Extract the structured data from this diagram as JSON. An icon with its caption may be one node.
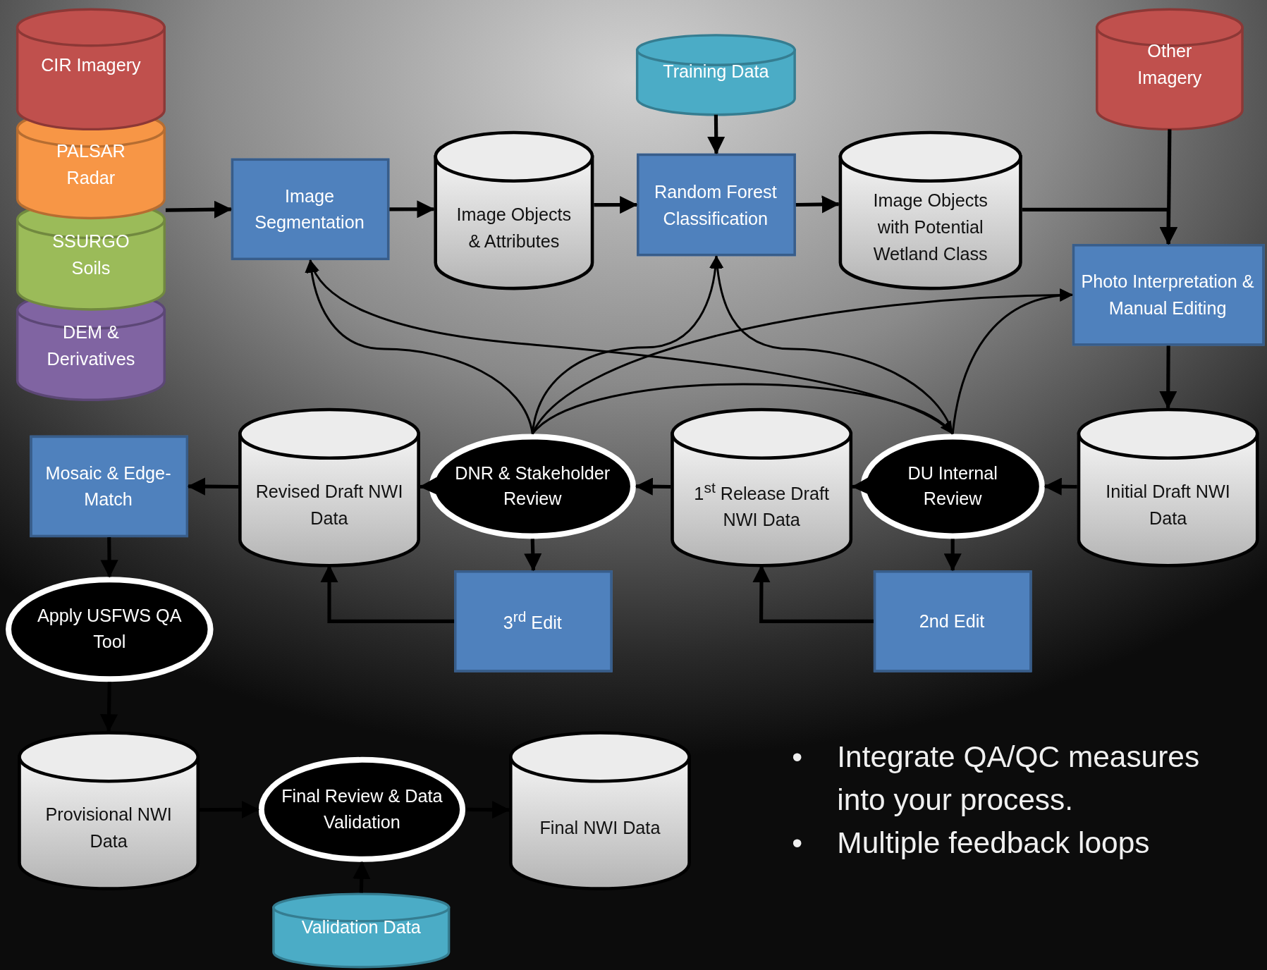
{
  "diagram": {
    "nodes": [
      {
        "text": [
          "CIR Imagery"
        ]
      },
      {
        "text": [
          "PALSAR Radar"
        ]
      },
      {
        "text": [
          "SSURGO Soils"
        ]
      },
      {
        "text": [
          "DEM & Derivatives"
        ]
      },
      {
        "text": [
          "Image Segmentation"
        ]
      },
      {
        "text": [
          "Image Objects & Attributes"
        ]
      },
      {
        "text": [
          "Training Data"
        ]
      },
      {
        "text": [
          "Random Forest Classification"
        ]
      },
      {
        "text": [
          "Image Objects with Potential Wetland Class"
        ]
      },
      {
        "text": [
          "Other Imagery"
        ]
      },
      {
        "text": [
          "Photo Interpretation & Manual Editing"
        ]
      },
      {
        "text": [
          "Initial Draft NWI Data"
        ]
      },
      {
        "text": [
          "DU Internal Review"
        ]
      },
      {
        "text": [
          "1$^{st}$ Release Draft NWI Data"
        ]
      },
      {
        "text": [
          "DNR & Stakeholder Review"
        ]
      },
      {
        "text": [
          "Revised Draft NWI Data"
        ]
      },
      {
        "text": [
          "Mosaic & Edge-Match"
        ]
      },
      {
        "text": [
          "2nd Edit"
        ]
      },
      {
        "text": [
          "3$^{rd}$ Edit"
        ]
      },
      {
        "text": [
          "Apply USFWS QA Tool"
        ]
      },
      {
        "text": [
          "Provisional NWI Data"
        ]
      },
      {
        "text": [
          "Final Review & Data Validation"
        ]
      },
      {
        "text": [
          "Final NWI Data"
        ]
      },
      {
        "text": [
          "Validation Data"
        ]
      }
    ],
    "edges": [
      {
        "from": 2,
        "to": 4,
        "arrow": "to"
      },
      {
        "from": 4,
        "to": 5,
        "arrow": "to"
      },
      {
        "from": 5,
        "to": 7,
        "arrow": "to"
      },
      {
        "from": 6,
        "to": 7,
        "arrow": "to"
      },
      {
        "from": 7,
        "to": 8,
        "arrow": "to"
      },
      {
        "from": 8,
        "to": 10,
        "arrow": "to"
      },
      {
        "from": 9,
        "to": 10,
        "arrow": "to"
      },
      {
        "from": 10,
        "to": 11,
        "arrow": "to"
      },
      {
        "from": 11,
        "to": 12,
        "arrow": "to"
      },
      {
        "from": 12,
        "to": 13,
        "arrow": "to"
      },
      {
        "from": 12,
        "to": 17,
        "arrow": "to"
      },
      {
        "from": 17,
        "to": 13,
        "arrow": "to"
      },
      {
        "from": 13,
        "to": 14,
        "arrow": "to"
      },
      {
        "from": 14,
        "to": 18,
        "arrow": "to"
      },
      {
        "from": 18,
        "to": 15,
        "arrow": "to"
      },
      {
        "from": 14,
        "to": 15,
        "arrow": "to"
      },
      {
        "from": 15,
        "to": 16,
        "arrow": "to"
      },
      {
        "from": 16,
        "to": 19,
        "arrow": "to"
      },
      {
        "from": 19,
        "to": 20,
        "arrow": "to"
      },
      {
        "from": 20,
        "to": 21,
        "arrow": "to"
      },
      {
        "from": 21,
        "to": 22,
        "arrow": "to"
      },
      {
        "from": 23,
        "to": 21,
        "arrow": "to"
      },
      {
        "from": 14,
        "to": 4,
        "arrow": "to"
      },
      {
        "from": 14,
        "to": 7,
        "arrow": "to"
      },
      {
        "from": 14,
        "to": 10,
        "arrow": "to"
      },
      {
        "from": 14,
        "to": 12,
        "arrow": "to"
      },
      {
        "from": 12,
        "to": 4,
        "arrow": "to"
      },
      {
        "from": 12,
        "to": 7,
        "arrow": "to"
      },
      {
        "from": 12,
        "to": 10,
        "arrow": "to"
      }
    ],
    "labels": [
      "•",
      "Integrate QA/QC measures into your process.",
      "•",
      "Multiple feedback loops"
    ]
  }
}
